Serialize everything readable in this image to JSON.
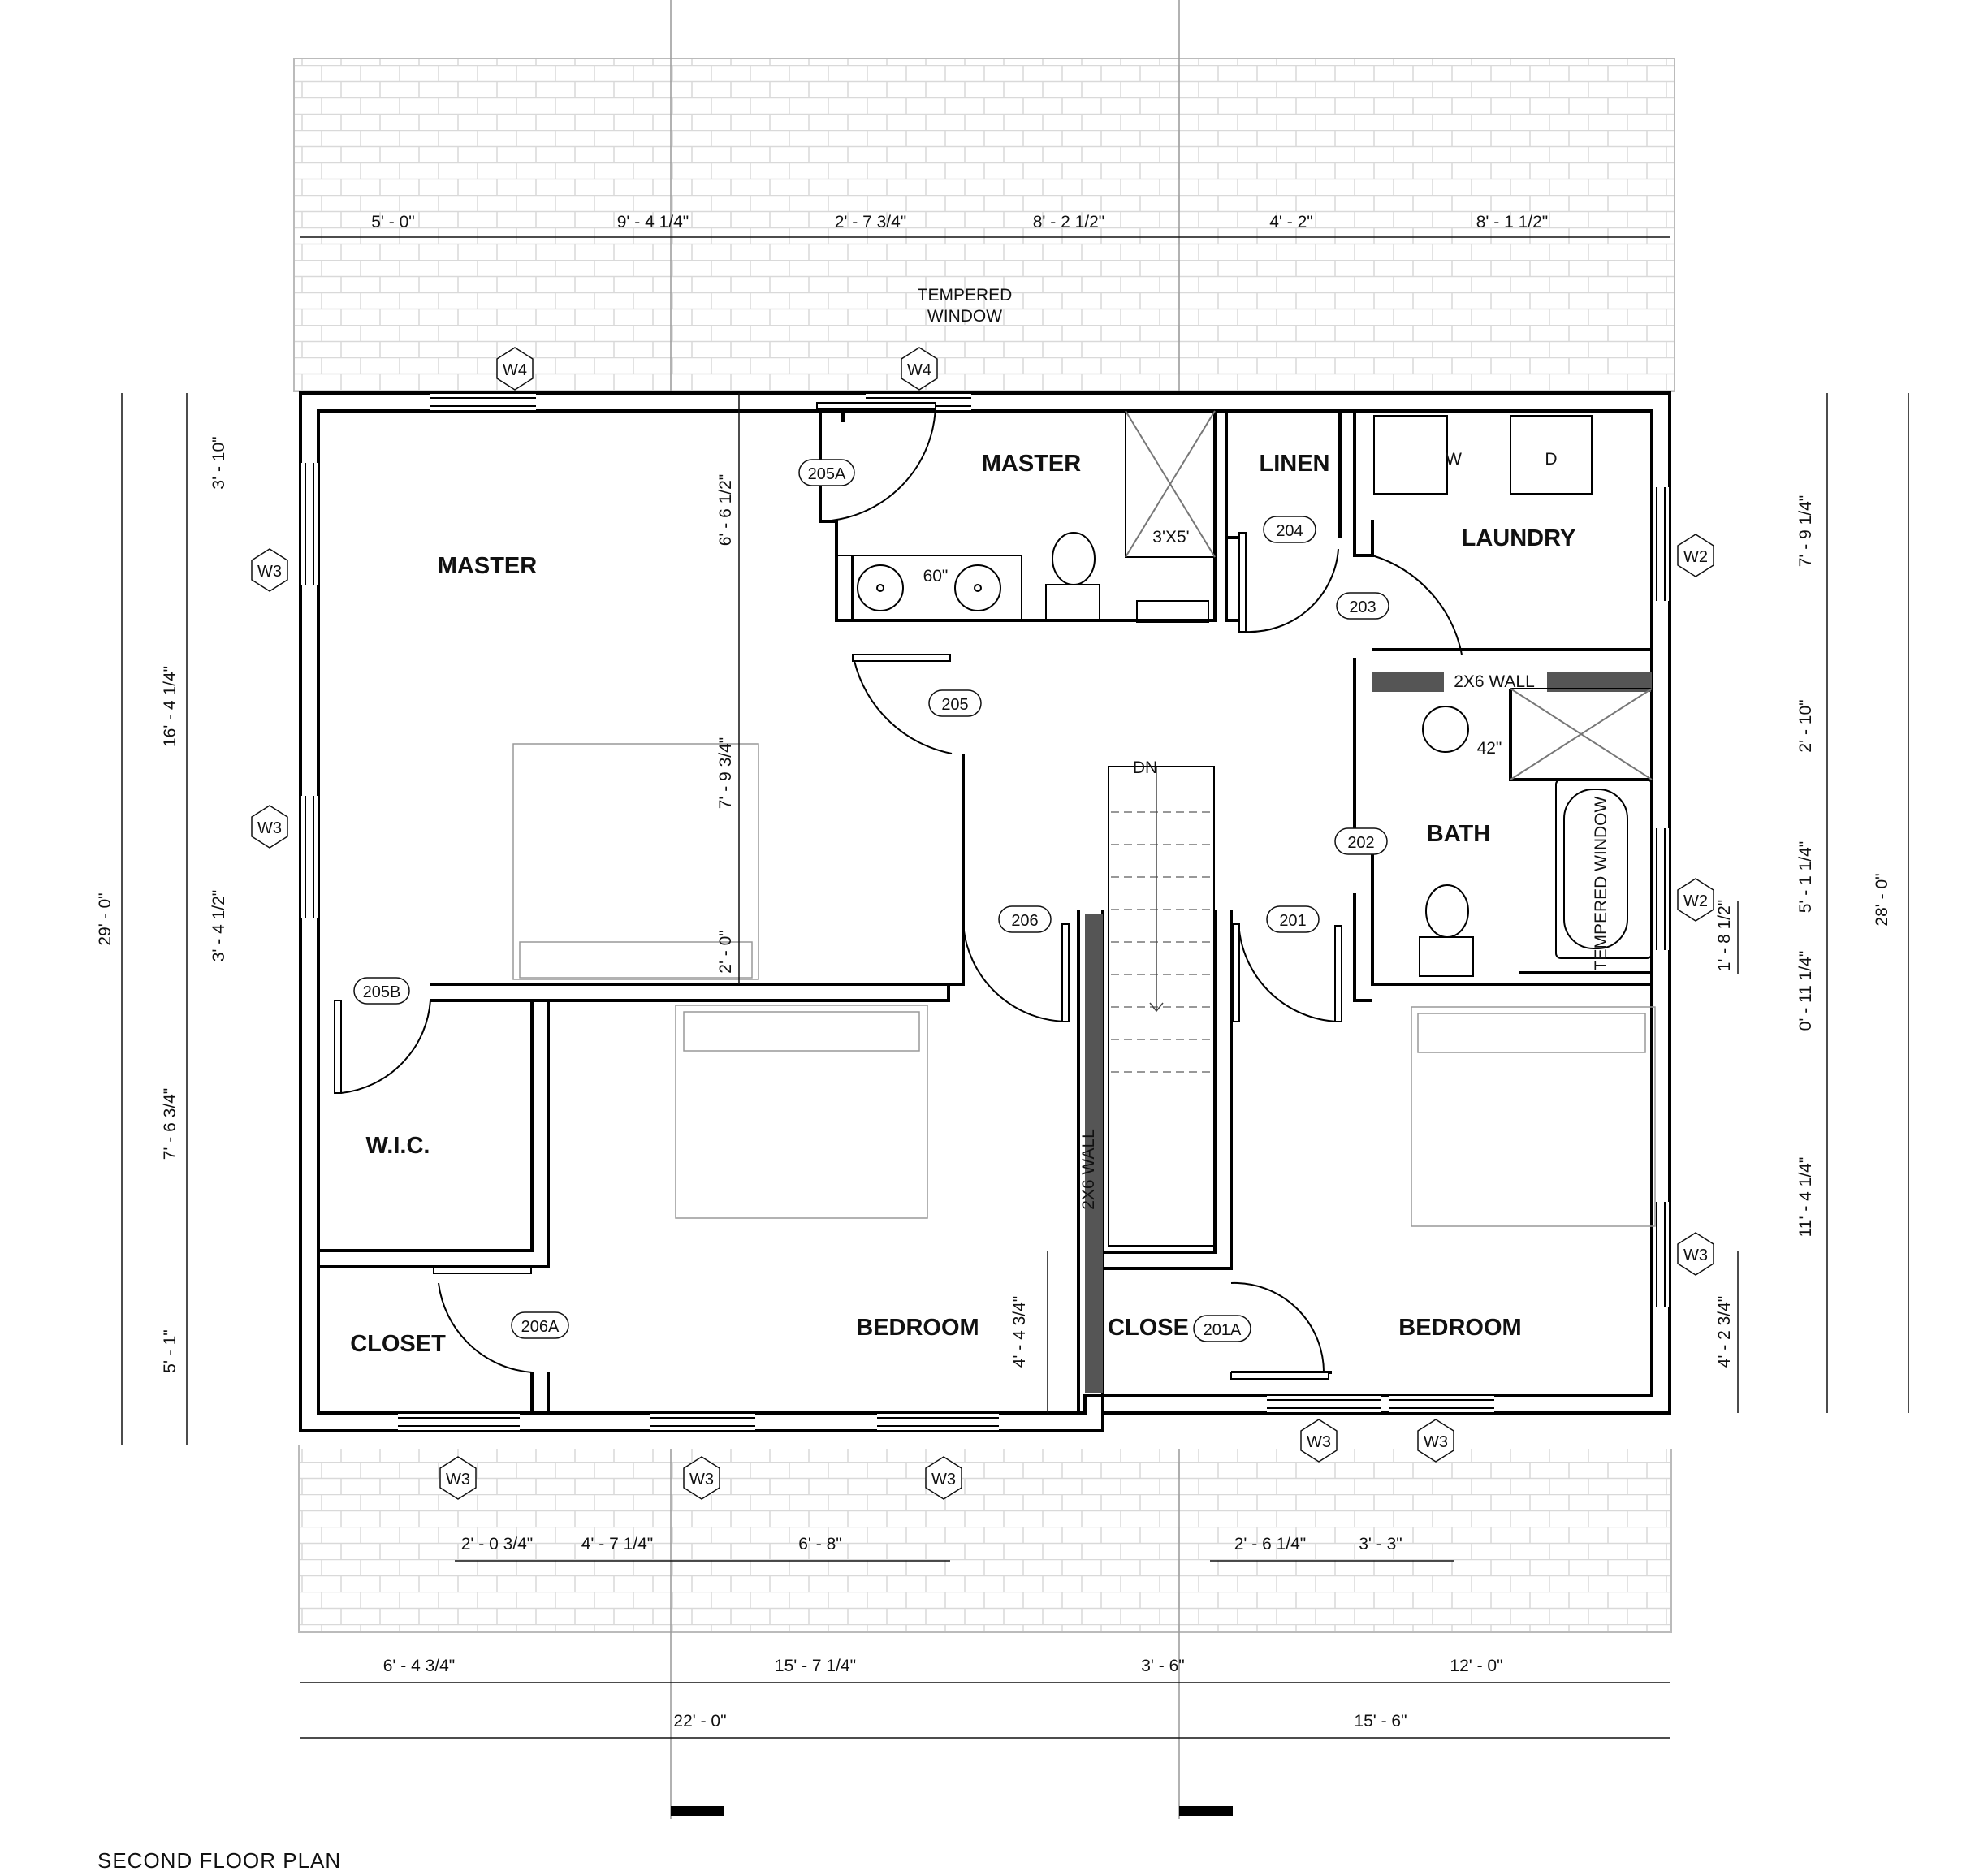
{
  "title": "SECOND FLOOR PLAN",
  "rooms": {
    "master_bedroom": "MASTER",
    "master_bath": "MASTER",
    "linen": "LINEN",
    "laundry": "LAUNDRY",
    "bath": "BATH",
    "wic": "W.I.C.",
    "closet": "CLOSET",
    "bedroom_center": "BEDROOM",
    "closet_small": "CLOSE",
    "bedroom_right": "BEDROOM"
  },
  "notes": {
    "tempered_window_line1": "TEMPERED",
    "tempered_window_line2": "WINDOW",
    "tempered_vertical": "TEMPERED WINDOW",
    "wall_2x6_h": "2X6 WALL",
    "wall_2x6_v": "2X6 WALL",
    "vanity_60": "60\"",
    "shower_3x5": "3'X5'",
    "vanity_42": "42\"",
    "stair_dn": "DN",
    "washer": "W",
    "dryer": "D"
  },
  "doors": {
    "d205a": "205A",
    "d204": "204",
    "d203": "203",
    "d205": "205",
    "d202": "202",
    "d206": "206",
    "d201": "201",
    "d205b": "205B",
    "d206a": "206A",
    "d201a": "201A"
  },
  "windows": {
    "top_1": "W4",
    "top_2": "W4",
    "left_1": "W3",
    "left_2": "W3",
    "right_1": "W2",
    "right_2": "W2",
    "right_3": "W3",
    "bottom_1": "W3",
    "bottom_2": "W3",
    "bottom_3": "W3",
    "bottom_4": "W3",
    "bottom_5": "W3"
  },
  "dims_top": [
    "5' - 0\"",
    "9' - 4 1/4\"",
    "2' - 7 3/4\"",
    "8' - 2 1/2\"",
    "4' - 2\"",
    "8' - 1 1/2\""
  ],
  "dims_left_outer": "29' - 0\"",
  "dims_left_inner": [
    "3' - 10\"",
    "16' - 4 1/4\"",
    "3' - 4 1/2\"",
    "7' - 6 3/4\"",
    "5' - 1\""
  ],
  "dims_interior": {
    "a": "6' - 6 1/2\"",
    "b": "7' - 9 3/4\"",
    "c": "2' - 0\"",
    "d": "4' - 4 3/4\""
  },
  "dims_right_outer": "28' - 0\"",
  "dims_right_inner": [
    "7' - 9 1/4\"",
    "2' - 10\"",
    "5' - 1 1/4\"",
    "0' - 11 1/4\"",
    "11' - 4 1/4\""
  ],
  "dims_right_small": [
    "1' - 8 1/2\"",
    "4' - 2 3/4\""
  ],
  "dims_bottom_windows": [
    "2' - 0 3/4\"",
    "4' - 7 1/4\"",
    "6' - 8\"",
    "2' - 6 1/4\"",
    "3' - 3\""
  ],
  "dims_bottom_1": [
    "6' - 4 3/4\"",
    "15' - 7 1/4\"",
    "3' - 6\"",
    "12' - 0\""
  ],
  "dims_bottom_2": [
    "22' - 0\"",
    "15' - 6\""
  ]
}
